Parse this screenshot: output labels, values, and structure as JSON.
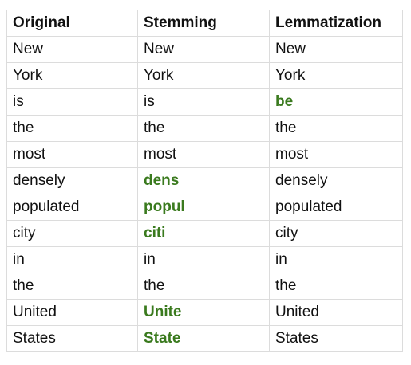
{
  "table": {
    "headers": [
      "Original",
      "Stemming",
      "Lemmatization"
    ],
    "changed_color": "#3a7a1e",
    "rows": [
      {
        "original": "New",
        "stemming": "New",
        "lemmatization": "New",
        "stem_changed": false,
        "lemma_changed": false
      },
      {
        "original": "York",
        "stemming": "York",
        "lemmatization": "York",
        "stem_changed": false,
        "lemma_changed": false
      },
      {
        "original": "is",
        "stemming": "is",
        "lemmatization": "be",
        "stem_changed": false,
        "lemma_changed": true
      },
      {
        "original": "the",
        "stemming": "the",
        "lemmatization": "the",
        "stem_changed": false,
        "lemma_changed": false
      },
      {
        "original": "most",
        "stemming": "most",
        "lemmatization": "most",
        "stem_changed": false,
        "lemma_changed": false
      },
      {
        "original": "densely",
        "stemming": "dens",
        "lemmatization": "densely",
        "stem_changed": true,
        "lemma_changed": false
      },
      {
        "original": "populated",
        "stemming": "popul",
        "lemmatization": "populated",
        "stem_changed": true,
        "lemma_changed": false
      },
      {
        "original": "city",
        "stemming": "citi",
        "lemmatization": "city",
        "stem_changed": true,
        "lemma_changed": false
      },
      {
        "original": "in",
        "stemming": "in",
        "lemmatization": "in",
        "stem_changed": false,
        "lemma_changed": false
      },
      {
        "original": "the",
        "stemming": "the",
        "lemmatization": "the",
        "stem_changed": false,
        "lemma_changed": false
      },
      {
        "original": "United",
        "stemming": "Unite",
        "lemmatization": "United",
        "stem_changed": true,
        "lemma_changed": false
      },
      {
        "original": "States",
        "stemming": "State",
        "lemmatization": "States",
        "stem_changed": true,
        "lemma_changed": false
      }
    ]
  }
}
